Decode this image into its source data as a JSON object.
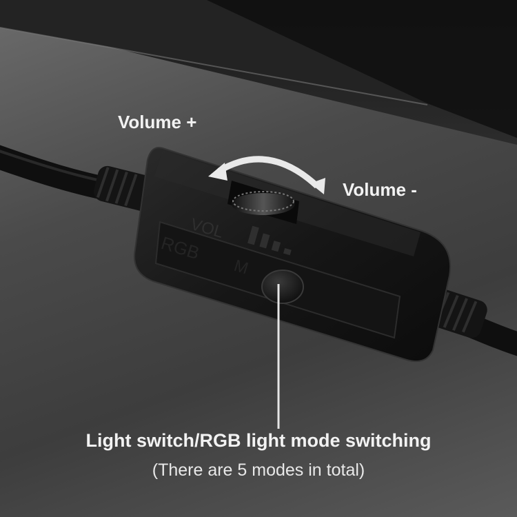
{
  "image": {
    "description_kind": "product-photo",
    "colors": {
      "background_dark": "#2a2a2a",
      "surface": "#4a4a4a",
      "controller_body": "#1c1c1c",
      "text": "#f2f2f2",
      "callout_arrow": "#e6e6e6"
    }
  },
  "labels": {
    "volume_up": "Volume +",
    "volume_down": "Volume -"
  },
  "caption": {
    "main": "Light switch/RGB light mode switching",
    "sub": "(There are 5 modes in total)"
  },
  "controller": {
    "vol_marking": "VOL",
    "rgb_marking": "RGB",
    "mode_marking": "M"
  }
}
